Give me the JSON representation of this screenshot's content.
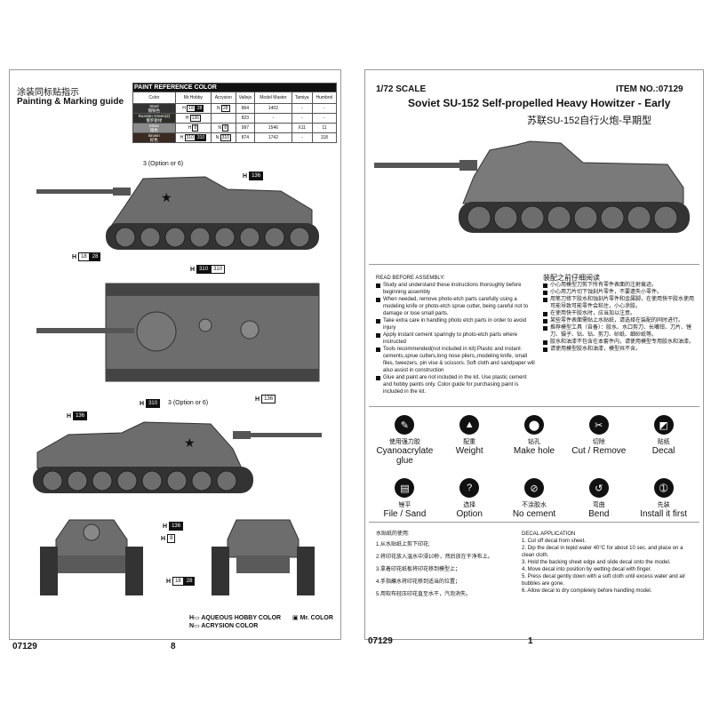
{
  "left_page": {
    "title_zh": "涂装同标贴指示",
    "title_en": "Painting & Marking guide",
    "paint_table": {
      "title": "PAINT REFERENCE COLOR",
      "headers": [
        "Color",
        "Mr.Hobby",
        "Acrysion",
        "Vallejo",
        "Model Master",
        "Tamiya",
        "Humbrol"
      ],
      "rows": [
        {
          "color_en": "Steel",
          "color_zh": "钢铁色",
          "swatch": "#333333",
          "h_code": "18",
          "h_code2": "28",
          "n_code": "28",
          "vallejo": "864",
          "model_master": "1402",
          "tamiya": "-",
          "humbrol": "-"
        },
        {
          "color_en": "Russian Green(2)",
          "color_zh": "俄罗斯绿",
          "swatch": "#2b2f28",
          "h_code": "136",
          "h_code2": "",
          "n_code": "",
          "vallejo": "823",
          "model_master": "-",
          "tamiya": "-",
          "humbrol": "-"
        },
        {
          "color_en": "Silver",
          "color_zh": "银色",
          "swatch": "#8a8a8a",
          "h_code": "8",
          "h_code2": "",
          "n_code": "8",
          "vallejo": "997",
          "model_master": "1546",
          "tamiya": "X11",
          "humbrol": "11"
        },
        {
          "color_en": "Brown",
          "color_zh": "棕色",
          "swatch": "#3a2a22",
          "h_code": "310",
          "h_code2": "310",
          "n_code": "310",
          "vallejo": "874",
          "model_master": "1742",
          "tamiya": "-",
          "humbrol": "118"
        }
      ]
    },
    "callouts": {
      "option1": "3 (Option or 6)",
      "option2": "3 (Option or 6)",
      "h": "H",
      "c136": "136",
      "c18": "18",
      "c28": "28",
      "c310": "310",
      "c8": "8"
    },
    "legend": {
      "h_mark": "H",
      "n_mark": "N",
      "aqueous": "AQUEOUS HOBBY COLOR",
      "acrysion": "ACRYSION COLOR",
      "mr_color": "Mr. COLOR"
    },
    "item_no": "07129",
    "page_number": "8"
  },
  "right_page": {
    "scale": "1/72 SCALE",
    "item": "ITEM NO.:07129",
    "title_en": "Soviet SU-152 Self-propelled Heavy Howitzer - Early",
    "title_zh": "苏联SU-152自行火炮-早期型",
    "assembly_en_heading": "READ BEFORE ASSEMBLY:",
    "assembly_en": [
      "Study and understand these instructions thoroughly before beginning assembly",
      "When needed, remove photo-etch parts carefully using a modeling knife or photo-etch sprue cutter, being careful not to damage or lose small parts.",
      "Take extra care in handling photo etch parts in order to avoid injury",
      "Apply instant cement sparingly to photo-etch parts where instructed",
      "Tools recommended(not included in kit):Plastic and instant cements,sprue cutters,long nose pliers,,modeling knife, small files, tweezers, pin vise & scissors. Soft cloth and sandpaper will also assist in construction",
      "Glue and paint are not included in the kit. Use plastic cement and hobby paints only. Color guide for purchasing paint is included in the kit."
    ],
    "assembly_zh_heading": "装配之前仔细阅读",
    "assembly_zh": [
      "小心用模型刀剪下所有零件表面的注射痕迹。",
      "小心用刀片切下蚀刻片零件，不要遗失小零件。",
      "用笔刀修下胶水和蚀刻片零件和金属脚，在使用快干胶水使用可能导致可能零件会粘住，小心涂胶。",
      "在使用快干胶水时，应当加以注意。",
      "某些零件表面需贴上水贴纸，请选择在装配的同时进行。",
      "推荐模型工具（自备）：胶水、水口剪刀、长嘴钳、刀片、锉刀、镊子、钻、钻、剪刀、砂纸、细砂纸等。",
      "胶水和油漆不包含在本套件内，请使用模型专用胶水和油漆。",
      "请使用模型胶水和油漆，模型共不含。"
    ],
    "icons": [
      {
        "name": "cyanoacrylate-glue-icon",
        "glyph": "✎",
        "zh": "使用强力胶",
        "en": "Cyanoacrylate glue"
      },
      {
        "name": "weight-icon",
        "glyph": "▲",
        "zh": "配重",
        "en": "Weight"
      },
      {
        "name": "make-hole-icon",
        "glyph": "⬤",
        "zh": "钻孔",
        "en": "Make hole"
      },
      {
        "name": "cut-remove-icon",
        "glyph": "✂",
        "zh": "切除",
        "en": "Cut / Remove"
      },
      {
        "name": "decal-icon",
        "glyph": "◩",
        "zh": "贴纸",
        "en": "Decal"
      },
      {
        "name": "file-sand-icon",
        "glyph": "▤",
        "zh": "锉平",
        "en": "File / Sand"
      },
      {
        "name": "option-icon",
        "glyph": "?",
        "zh": "选择",
        "en": "Option"
      },
      {
        "name": "no-cement-icon",
        "glyph": "⊘",
        "zh": "不涂胶水",
        "en": "No cement"
      },
      {
        "name": "bend-icon",
        "glyph": "↺",
        "zh": "弯曲",
        "en": "Bend"
      },
      {
        "name": "install-first-icon",
        "glyph": "➀",
        "zh": "先装",
        "en": "Install it first"
      }
    ],
    "decal_zh_heading": "水贴纸的使用:",
    "decal_zh": [
      "1.从水贴纸上剪下印花;",
      "2.将印花放入温水中浸10秒，然后放在干净布上。",
      "3.拿着印花纸板将印花移到模型上；",
      "4.手指蘸水将印花移到适当的位置；",
      "5.用软布轻压印花直至水干，汽泡消失。"
    ],
    "decal_en_heading": "DECAL APPLICATION",
    "decal_en": [
      "1. Cut off decal from sheet.",
      "2. Dip the decal in tepid water 40°C for about 10 sec. and place on a clean cloth.",
      "3. Hold the backing sheet edge and slide decal onto the model.",
      "4. Move decal into position by wetting decal with finger.",
      "5. Press decal gently down with a soft cloth until excess water and air bubbles are gone.",
      "6. Allow decal to dry completely before handling model."
    ],
    "item_no": "07129",
    "page_number": "1"
  },
  "colors": {
    "tank_fill": "#6d6d6d",
    "tank_dark": "#3d3d3d",
    "track": "#222222",
    "line": "#333333"
  }
}
